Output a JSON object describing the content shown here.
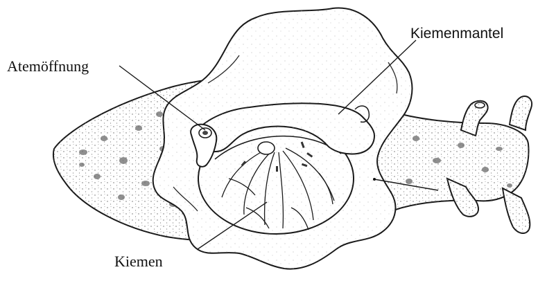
{
  "labels": {
    "atemoeffnung": "Atemöffnung",
    "kiemenmantel": "Kiemenmantel",
    "kiemen": "Kiemen"
  },
  "colors": {
    "ink": "#111111",
    "paper": "#ffffff",
    "stipple": "#555555"
  },
  "icons": {
    "specimen": "sea-slug-drawing"
  }
}
